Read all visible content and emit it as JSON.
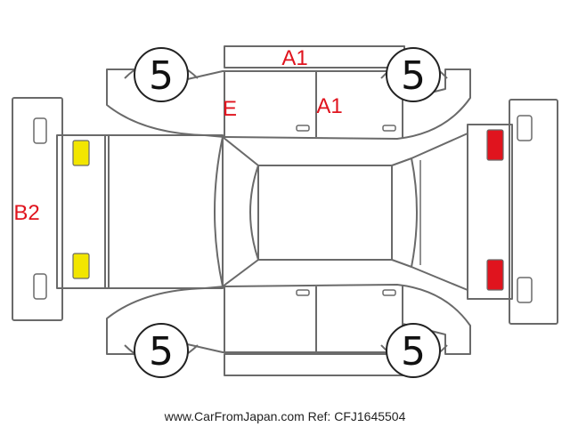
{
  "colors": {
    "outline": "#6a6a6a",
    "damage_text": "#e0141e",
    "front_lamp": "#f2e600",
    "rear_lamp": "#e0141e"
  },
  "damage_labels": {
    "right_roof_edge": "A1",
    "front_right_door": "E",
    "rear_right_door": "A1",
    "front_bumper": "B2"
  },
  "tire_grades": {
    "front_right": "5",
    "rear_right": "5",
    "front_left": "5",
    "rear_left": "5"
  },
  "footer": {
    "text": "www.CarFromJapan.com Ref: CFJ1645504"
  }
}
